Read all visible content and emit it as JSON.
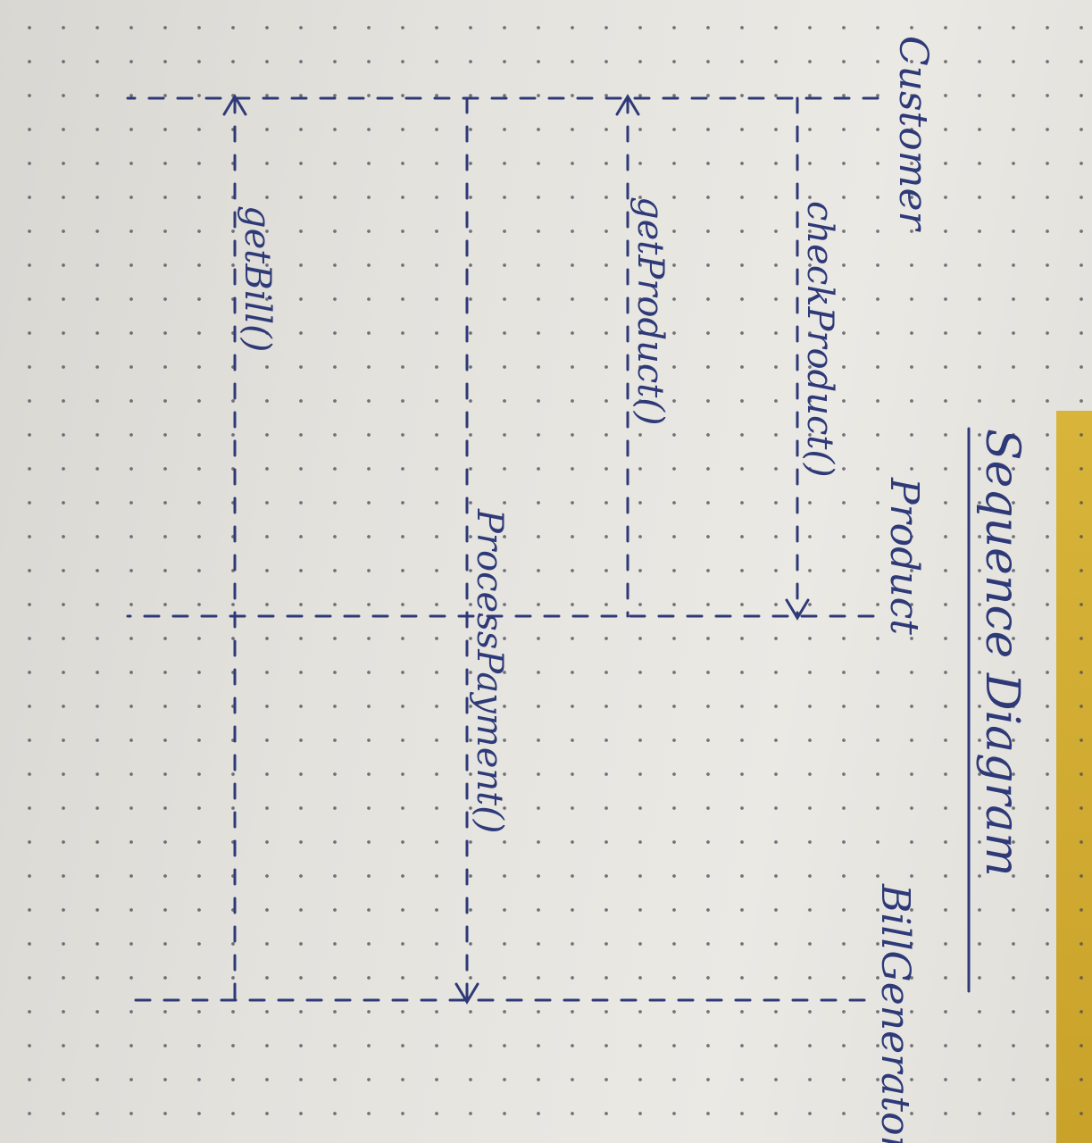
{
  "title": "Sequence Diagram",
  "lifelines": [
    {
      "id": "customer",
      "label": "Customer"
    },
    {
      "id": "product",
      "label": "Product"
    },
    {
      "id": "bill_generator",
      "label": "BillGenerator"
    }
  ],
  "messages": [
    {
      "label": "checkProduct()",
      "from": "customer",
      "to": "product"
    },
    {
      "label": "getProduct()",
      "from": "product",
      "to": "customer"
    },
    {
      "label": "ProcessPayment()",
      "from": "customer",
      "to": "bill_generator"
    },
    {
      "label": "getBill()",
      "from": "bill_generator",
      "to": "customer"
    }
  ],
  "colors": {
    "ink": "#2e3a78",
    "paper": "#e6e4df",
    "dots": "#4a4a55",
    "desk": "#d8b43a"
  }
}
